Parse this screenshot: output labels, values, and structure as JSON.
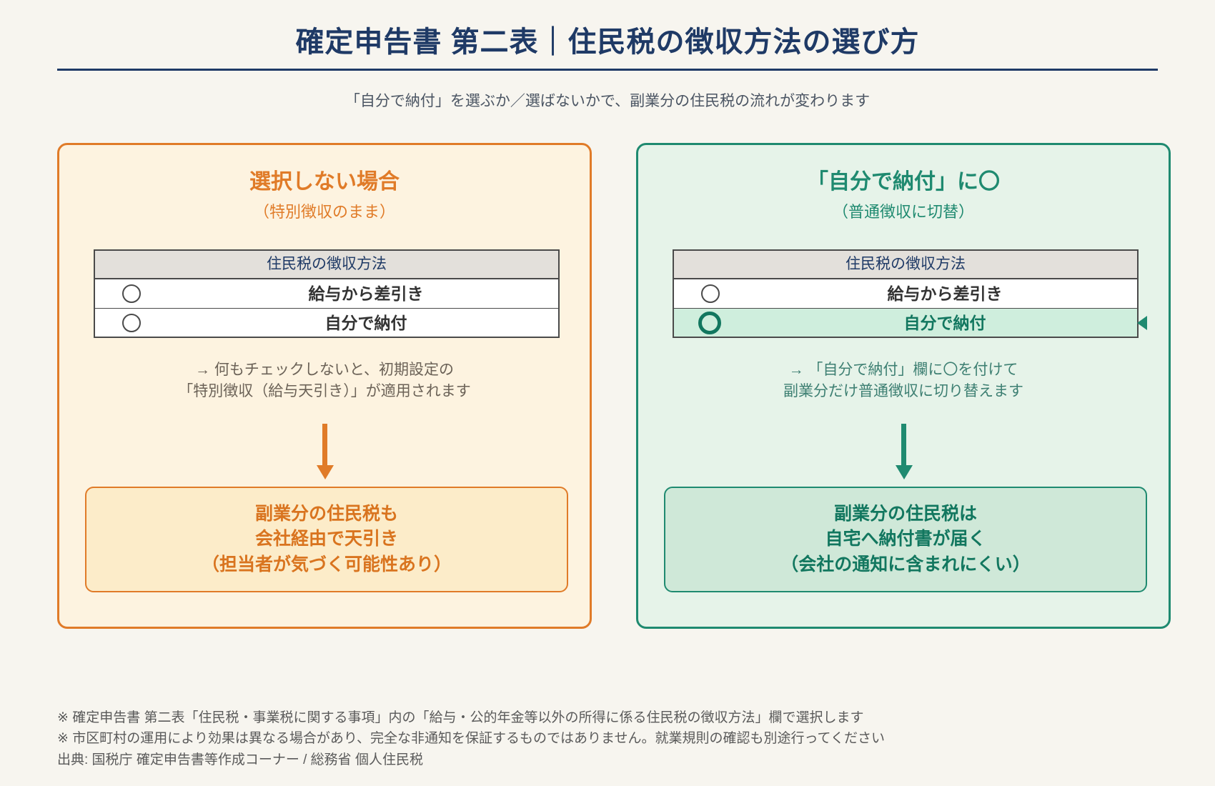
{
  "header": {
    "title": "確定申告書 第二表｜住民税の徴収方法の選び方",
    "subtitle": "「自分で納付」を選ぶか／選ばないかで、副業分の住民税の流れが変わります"
  },
  "panels": [
    {
      "id": "not-selected",
      "accent": "#e07b28",
      "heading": "選択しない場合",
      "subheading": "（特別徴収のまま）",
      "table": {
        "header": "住民税の徴収方法",
        "rows": [
          {
            "label": "給与から差引き",
            "marked": false,
            "highlighted": false
          },
          {
            "label": "自分で納付",
            "marked": false,
            "highlighted": false
          }
        ]
      },
      "note_line1": "→ 何もチェックしないと、初期設定の",
      "note_line2": "「特別徴収（給与天引き）」が適用されます",
      "result_line1": "副業分の住民税も",
      "result_line2": "会社経由で天引き",
      "result_line3": "（担当者が気づく可能性あり）"
    },
    {
      "id": "self-payment",
      "accent": "#1f8a70",
      "heading": "「自分で納付」に〇",
      "subheading": "（普通徴収に切替）",
      "table": {
        "header": "住民税の徴収方法",
        "rows": [
          {
            "label": "給与から差引き",
            "marked": false,
            "highlighted": false
          },
          {
            "label": "自分で納付",
            "marked": true,
            "highlighted": true
          }
        ]
      },
      "note_line1": "→ 「自分で納付」欄に〇を付けて",
      "note_line2": "副業分だけ普通徴収に切り替えます",
      "result_line1": "副業分の住民税は",
      "result_line2": "自宅へ納付書が届く",
      "result_line3": "（会社の通知に含まれにくい）"
    }
  ],
  "footer": {
    "note1": "※ 確定申告書 第二表「住民税・事業税に関する事項」内の「給与・公的年金等以外の所得に係る住民税の徴収方法」欄で選択します",
    "note2": "※ 市区町村の運用により効果は異なる場合があり、完全な非通知を保証するものではありません。就業規則の確認も別途行ってください",
    "source": "出典: 国税庁 確定申告書等作成コーナー / 総務省 個人住民税"
  }
}
